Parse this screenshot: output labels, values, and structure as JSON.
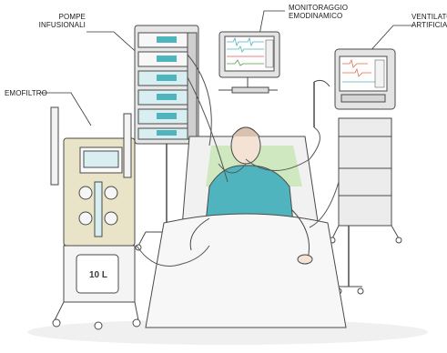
{
  "labels": {
    "pompe": [
      "POMPE",
      "INFUSIONALI"
    ],
    "monitoraggio": [
      "MONITORAGGIO",
      "EMODINAMICO"
    ],
    "ventilatore": [
      "VENTILATORE",
      "ARTIFICIALE"
    ],
    "emofiltro": [
      "EMOFILTRO"
    ]
  },
  "filter_bag_text": "10 L",
  "colors": {
    "teal": "#4fb4bd",
    "green_sheet": "#cfe8c0",
    "line": "#4a4a4a",
    "beige": "#e9e3c8",
    "grey": "#d9d9d9"
  }
}
